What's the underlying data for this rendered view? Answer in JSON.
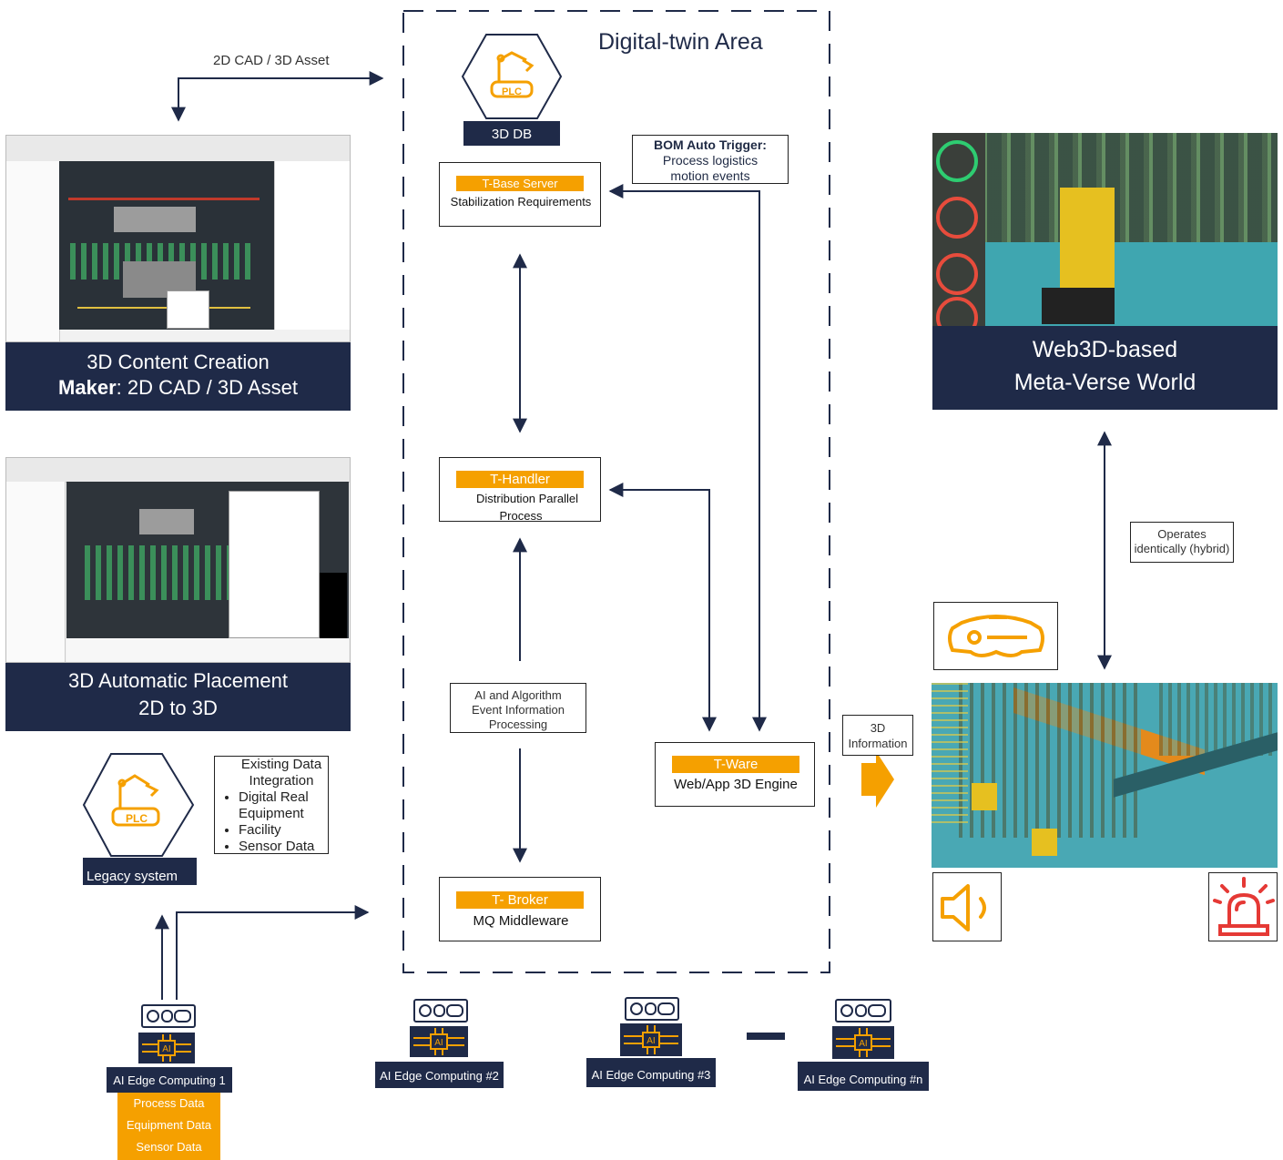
{
  "title": "Digital-twin Area",
  "top_arrow_label": "2D CAD / 3D Asset",
  "db_label": "3D DB",
  "bom": {
    "title": "BOM Auto Trigger:",
    "line1": "Process logistics",
    "line2": "motion events"
  },
  "tbase": {
    "tag": "T-Base Server",
    "desc": "Stabilization Requirements"
  },
  "thandler": {
    "tag": "T-Handler",
    "desc1": "Distribution Parallel",
    "desc2": "Process"
  },
  "ai_event": {
    "line1": "AI and Algorithm",
    "line2": "Event Information",
    "line3": "Processing"
  },
  "tbroker": {
    "tag": "T- Broker",
    "desc": "MQ Middleware"
  },
  "tware": {
    "tag": "T-Ware",
    "desc": "Web/App 3D Engine"
  },
  "info3d": {
    "line1": "3D",
    "line2": "Information"
  },
  "left_panel1": {
    "line1": "3D Content Creation",
    "bold": "Maker",
    "rest": ": 2D CAD / 3D Asset"
  },
  "left_panel2": {
    "line1": "3D Automatic Placement",
    "line2": "2D to 3D"
  },
  "legacy": {
    "label": "Legacy system",
    "box_line1": "Existing Data",
    "box_line2": "Integration",
    "items": [
      "Digital Real Equipment",
      "Facility",
      "Sensor Data"
    ]
  },
  "metaverse": {
    "line1": "Web3D-based",
    "line2": "Meta-Verse World"
  },
  "operates": {
    "line1": "Operates",
    "line2": "identically (hybrid)"
  },
  "plc_text": "PLC",
  "edge": [
    {
      "label": "AI Edge Computing 1"
    },
    {
      "label": "AI Edge Computing #2"
    },
    {
      "label": "AI Edge Computing #3"
    },
    {
      "label": "AI Edge Computing #n"
    }
  ],
  "edge_data": [
    "Process Data",
    "Equipment Data",
    "Sensor Data"
  ],
  "colors": {
    "navy": "#1f2a48",
    "orange": "#f5a000",
    "red": "#e53935"
  }
}
